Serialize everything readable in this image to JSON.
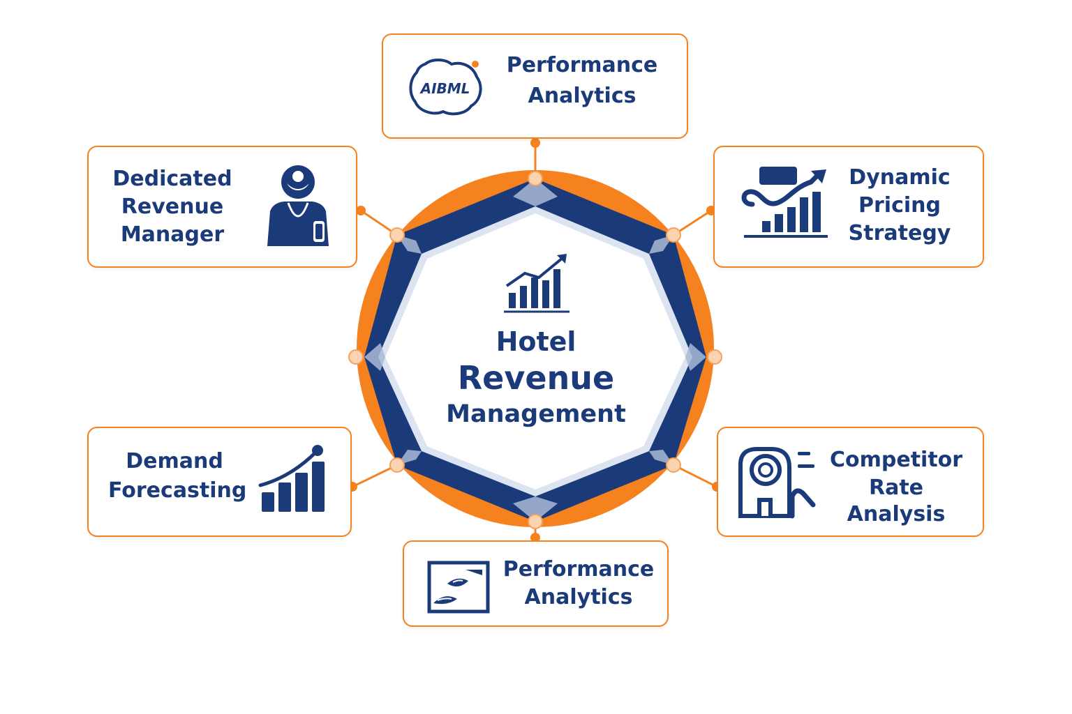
{
  "center": {
    "line1": "Hotel",
    "line2": "Revenue",
    "line3": "Management",
    "icon": "bar-chart-trend-up-icon"
  },
  "cards": {
    "top": {
      "title_line1": "Performance",
      "title_line2": "Analytics",
      "icon": "aiml-brain-icon",
      "icon_text": "AIBML"
    },
    "top_left": {
      "title_line1": "Dedicated",
      "title_line2": "Revenue",
      "title_line3": "Manager",
      "icon": "person-manager-icon"
    },
    "top_right": {
      "title_line1": "Dynamic",
      "title_line2": "Pricing",
      "title_line3": "Strategy",
      "icon": "pricing-chart-icon"
    },
    "bottom_left": {
      "title_line1": "Demand",
      "title_line2": "Forecasting",
      "icon": "forecast-bar-chart-icon"
    },
    "bottom_right": {
      "title_line1": "Competitor",
      "title_line2": "Rate",
      "title_line3": "Analysis",
      "icon": "competitor-building-icon"
    },
    "bottom": {
      "title_line1": "Performance",
      "title_line2": "Analytics",
      "icon": "analytics-picture-icon"
    }
  },
  "colors": {
    "orange": "#f5821f",
    "navy": "#1b3a7a",
    "light_blue": "#dbe4f0",
    "node_fill": "#fbd3b0"
  }
}
